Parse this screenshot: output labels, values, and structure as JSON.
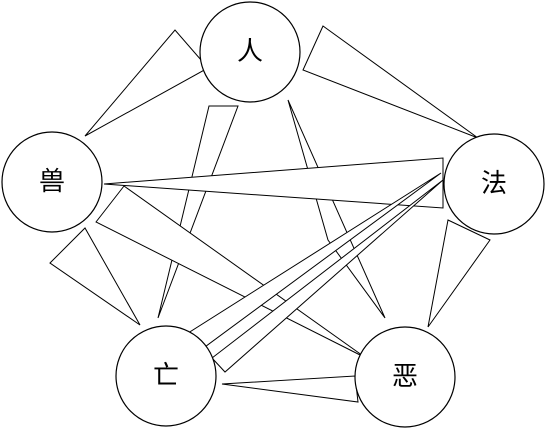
{
  "diagram": {
    "nodes": {
      "ren": {
        "label": "人"
      },
      "fa": {
        "label": "法"
      },
      "e": {
        "label": "恶"
      },
      "wang": {
        "label": "亡"
      },
      "shou": {
        "label": "兽"
      }
    }
  }
}
